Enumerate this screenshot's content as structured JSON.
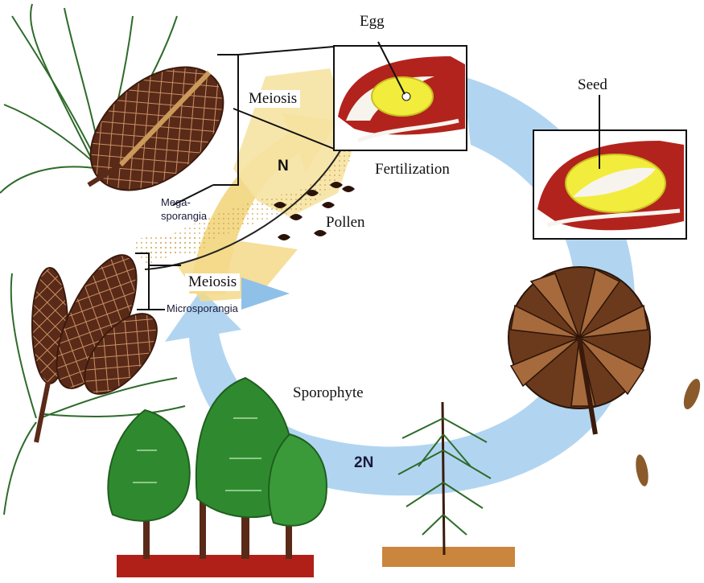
{
  "labels": {
    "egg": "Egg",
    "seed": "Seed",
    "meiosis_top": "Meiosis",
    "haploid": "N",
    "fertilization": "Fertilization",
    "megasporangia_line1": "Mega-",
    "megasporangia_line2": "sporangia",
    "pollen": "Pollen",
    "meiosis_bottom": "Meiosis",
    "microsporangia": "Microsporangia",
    "sporophyte": "Sporophyte",
    "diploid": "2N"
  },
  "colors": {
    "haploid_phase_arrow": "#f3d98a",
    "diploid_phase_arrow": "#a9d0ef",
    "ovule_tissue": "#b3231d",
    "egg_yellow": "#f2ec3c",
    "tree_green": "#2f8a2f",
    "cone_brown": "#6b3a1c",
    "soil": "#c9863c"
  }
}
